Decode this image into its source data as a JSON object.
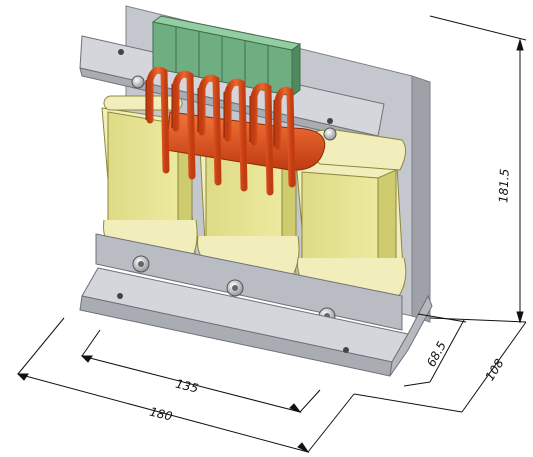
{
  "dimensions": {
    "height": "181.5",
    "width_overall": "180",
    "width_mounting": "135",
    "depth_overall": "108",
    "depth_mounting": "68.5"
  },
  "colors": {
    "core_lamination": "#b8bcc4",
    "bracket": "#c9ccd2",
    "coil_body": "#e8e597",
    "coil_side": "#cfcb6f",
    "coil_end": "#f2eebc",
    "copper_bar": "#e3541f",
    "terminal_block": "#7fb98d",
    "bolt": "#d6d8dc",
    "dimension_line": "#111111"
  },
  "components": {
    "phases": 3,
    "terminals": 6
  }
}
